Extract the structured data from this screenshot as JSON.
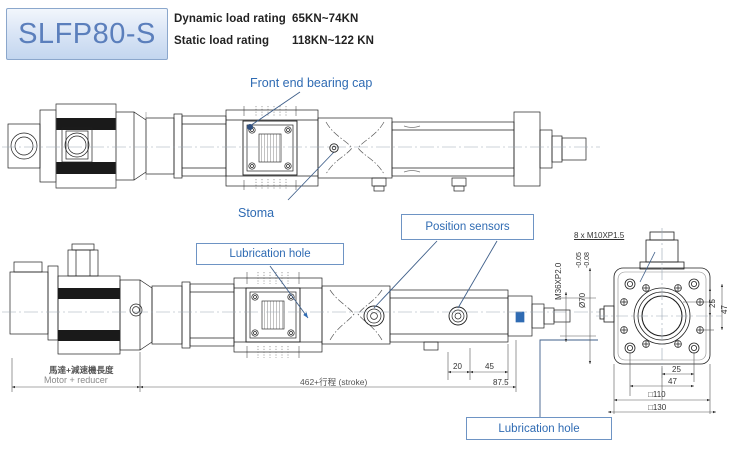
{
  "header": {
    "model": "SLFP80-S",
    "dynamic_label": "Dynamic load rating",
    "dynamic_value": "65KN~74KN",
    "static_label": "Static load rating",
    "static_value": "118KN~122 KN"
  },
  "annotations": {
    "front_end_bearing_cap": "Front end bearing cap",
    "stoma": "Stoma",
    "lubrication_hole_top": "Lubrication hole",
    "position_sensors": "Position sensors",
    "lubrication_hole_bottom": "Lubrication hole"
  },
  "dimensions": {
    "motor_reducer_cn": "馬達+減速機長度",
    "motor_reducer_en": "Motor + reducer",
    "stroke": "462+行程 (stroke)",
    "d20": "20",
    "d45": "45",
    "d87_5": "87.5",
    "thread_rod": "M36XP2.0",
    "tolerance_upper": "-0.05",
    "tolerance_lower": "-0.08",
    "diameter_70": "Ø70",
    "bolt_pattern": "8 x M10XP1.5",
    "right_25": "25",
    "right_47": "47",
    "bottom_25": "25",
    "bottom_47": "47",
    "square_110": "□110",
    "square_130": "□130"
  },
  "colors": {
    "accent_blue": "#2f6bb3",
    "badge_text": "#5b7fbc",
    "callout_border": "#6e94c4",
    "line_dark": "#1a1a1a",
    "line_grey": "#8d8d8d"
  }
}
